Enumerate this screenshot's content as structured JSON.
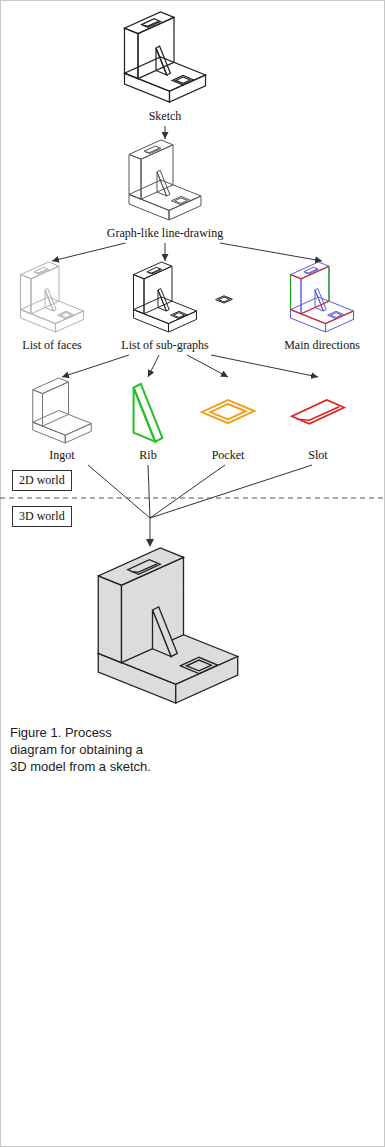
{
  "diagram": {
    "caption": "Figure 1. Process diagram for obtaining a 3D model from a sketch.",
    "nodes": [
      {
        "text": [
          "Sketch"
        ]
      },
      {
        "text": [
          "Graph-like line-drawing"
        ]
      },
      {
        "text": [
          "List of faces"
        ]
      },
      {
        "text": [
          "List of sub-graphs"
        ]
      },
      {
        "text": [
          "Main directions"
        ]
      },
      {
        "text": [
          "Ingot"
        ]
      },
      {
        "text": [
          "Rib"
        ]
      },
      {
        "text": [
          "Pocket"
        ]
      },
      {
        "text": [
          "Slot"
        ]
      },
      {
        "text": [
          "2D world"
        ]
      },
      {
        "text": [
          "3D world"
        ]
      }
    ],
    "edges": [
      {
        "from": 0,
        "to": 1,
        "arrow": "to"
      },
      {
        "from": 1,
        "to": 2,
        "arrow": "to"
      },
      {
        "from": 1,
        "to": 3,
        "arrow": "to"
      },
      {
        "from": 1,
        "to": 4,
        "arrow": "to"
      },
      {
        "from": 3,
        "to": 5,
        "arrow": "to"
      },
      {
        "from": 3,
        "to": 6,
        "arrow": "to"
      },
      {
        "from": 3,
        "to": 7,
        "arrow": "to"
      },
      {
        "from": 3,
        "to": 8,
        "arrow": "to"
      }
    ]
  }
}
